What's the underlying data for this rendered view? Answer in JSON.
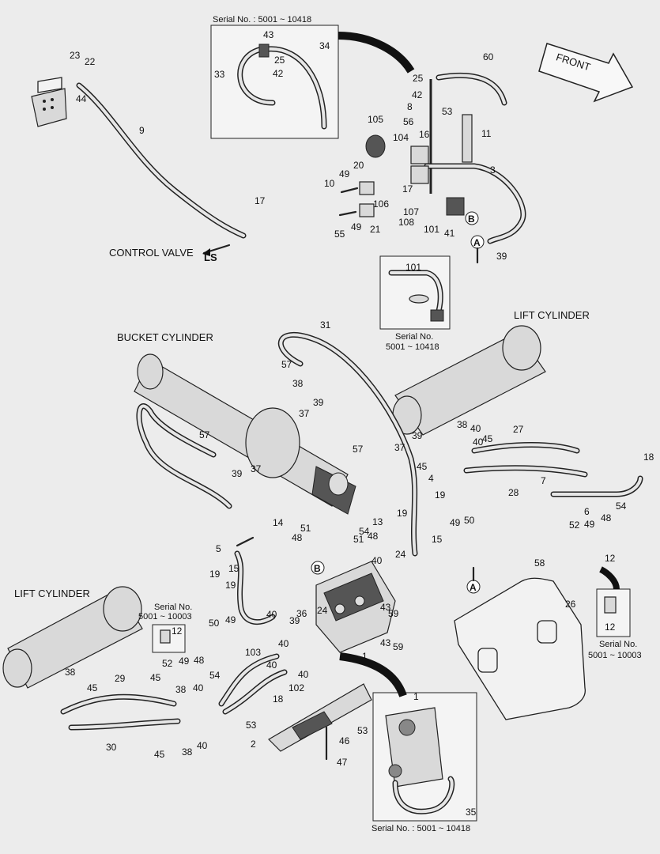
{
  "labels": {
    "front": "FRONT",
    "control_valve": "CONTROL VALVE",
    "ls": "LS",
    "bucket_cylinder": "BUCKET CYLINDER",
    "lift_cylinder_right": "LIFT CYLINDER",
    "lift_cylinder_left": "LIFT CYLINDER",
    "marker_a": "A",
    "marker_b": "B"
  },
  "captions": {
    "inset_top": "Serial No. : 5001 ~ 10418",
    "inset_pipe_line1": "Serial No.",
    "inset_pipe_line2": "5001 ~ 10418",
    "inset_left_line1": "Serial No.",
    "inset_left_line2": "5001 ~ 10003",
    "inset_right_line1": "Serial No.",
    "inset_right_line2": "5001 ~ 10003",
    "inset_bottom": "Serial No. : 5001 ~ 10418"
  },
  "part_numbers": [
    "23",
    "22",
    "44",
    "9",
    "17",
    "43",
    "25",
    "34",
    "33",
    "42",
    "60",
    "25",
    "42",
    "8",
    "56",
    "53",
    "11",
    "105",
    "16",
    "104",
    "3",
    "20",
    "10",
    "49",
    "17",
    "106",
    "107",
    "108",
    "101",
    "41",
    "55",
    "49",
    "21",
    "39",
    "101",
    "31",
    "57",
    "38",
    "39",
    "37",
    "38",
    "40",
    "45",
    "27",
    "40",
    "18",
    "45",
    "7",
    "28",
    "6",
    "54",
    "52",
    "49",
    "48",
    "12",
    "12",
    "57",
    "39",
    "37",
    "57",
    "39",
    "37",
    "4",
    "19",
    "49",
    "50",
    "13",
    "19",
    "15",
    "54",
    "14",
    "51",
    "48",
    "5",
    "15",
    "51",
    "48",
    "40",
    "24",
    "58",
    "26",
    "19",
    "19",
    "50",
    "49",
    "40",
    "43",
    "59",
    "39",
    "40",
    "36",
    "24",
    "43",
    "59",
    "12",
    "52",
    "49",
    "48",
    "54",
    "40",
    "103",
    "1",
    "102",
    "40",
    "38",
    "29",
    "45",
    "38",
    "40",
    "45",
    "30",
    "45",
    "38",
    "40",
    "18",
    "53",
    "2",
    "46",
    "47",
    "53",
    "1",
    "35"
  ]
}
